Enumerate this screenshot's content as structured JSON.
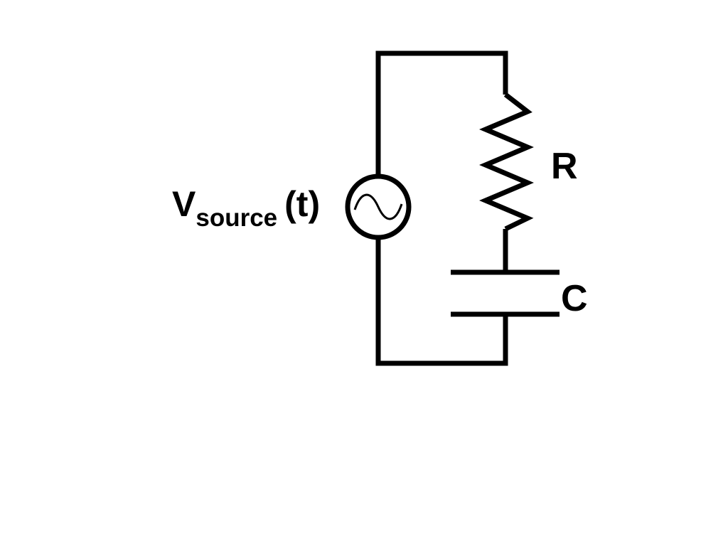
{
  "labels": {
    "source_main": "V",
    "source_sub": "source",
    "source_arg": "(t)",
    "resistor": "R",
    "capacitor": "C"
  },
  "colors": {
    "background": "#ffffff",
    "stroke": "#000000"
  },
  "icons": {
    "source": "ac-voltage-source-icon",
    "resistor": "resistor-zigzag-icon",
    "capacitor": "capacitor-plates-icon"
  }
}
